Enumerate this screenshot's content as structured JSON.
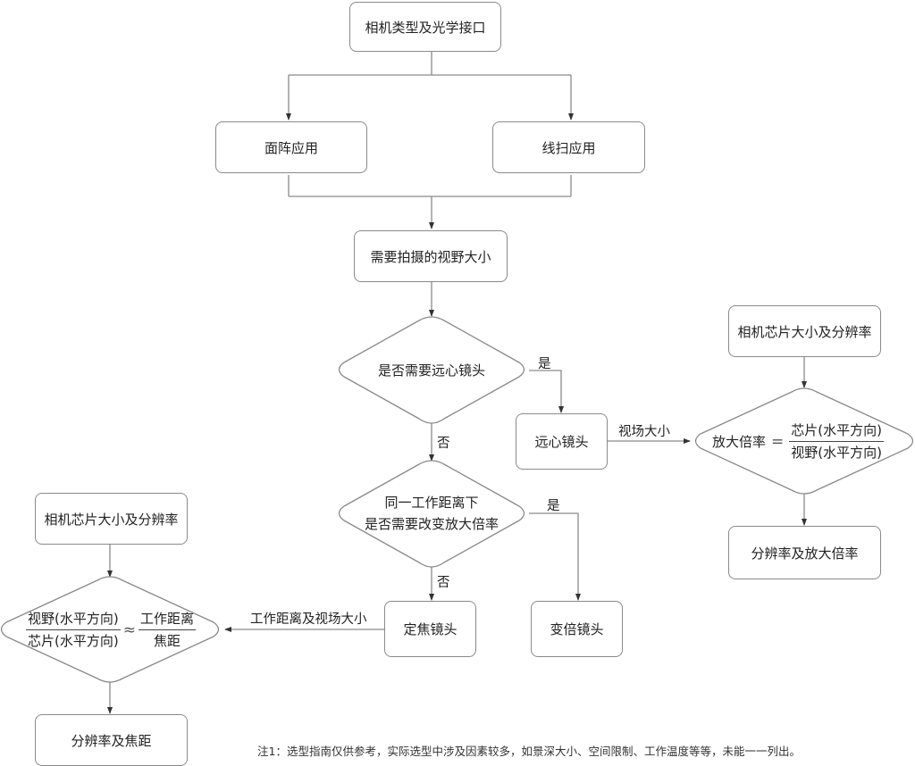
{
  "nodes": {
    "camera_type": "相机类型及光学接口",
    "area_scan": "面阵应用",
    "line_scan": "线扫应用",
    "fov_size": "需要拍摄的视野大小",
    "need_telecentric": "是否需要远心镜头",
    "telecentric_lens": "远心镜头",
    "change_mag_line1": "同一工作距离下",
    "change_mag_line2": "是否需要改变放大倍率",
    "fixed_focus_lens": "定焦镜头",
    "zoom_lens": "变倍镜头",
    "sensor_res_right": "相机芯片大小及分辨率",
    "res_and_mag": "分辨率及放大倍率",
    "sensor_res_left": "相机芯片大小及分辨率",
    "res_and_focal": "分辨率及焦距"
  },
  "formulas": {
    "magnification": {
      "lhs": "放大倍率",
      "operator": "=",
      "numerator": "芯片(水平方向)",
      "denominator": "视野(水平方向)"
    },
    "focal": {
      "lhs_numerator": "视野(水平方向)",
      "lhs_denominator": "芯片(水平方向)",
      "operator": "≈",
      "rhs_numerator": "工作距离",
      "rhs_denominator": "焦距"
    }
  },
  "edge_labels": {
    "yes_telecentric": "是",
    "no_telecentric": "否",
    "fov_to_mag": "视场大小",
    "yes_change_mag": "是",
    "no_change_mag": "否",
    "wd_and_fov": "工作距离及视场大小"
  },
  "footnote": "注1：选型指南仅供参考，实际选型中涉及因素较多，如景深大小、空间限制、工作温度等等，未能一一列出。",
  "colors": {
    "line": "#8a8a8a",
    "text": "#222222",
    "background": "#ffffff"
  }
}
